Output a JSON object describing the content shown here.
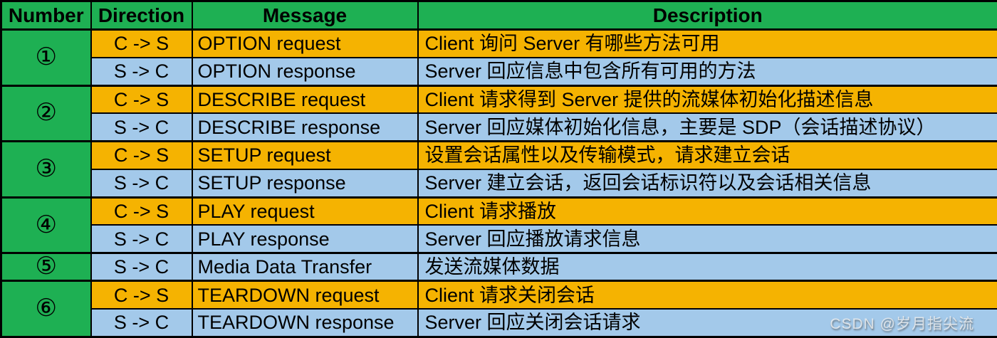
{
  "chart_data": {
    "type": "table",
    "title": "RTSP interaction messages",
    "columns": [
      "Number",
      "Direction",
      "Message",
      "Description"
    ],
    "rows": [
      [
        "①",
        "C -> S",
        "OPTION request",
        "Client 询问 Server 有哪些方法可用"
      ],
      [
        "①",
        "S -> C",
        "OPTION response",
        "Server 回应信息中包含所有可用的方法"
      ],
      [
        "②",
        "C -> S",
        "DESCRIBE request",
        "Client 请求得到 Server 提供的流媒体初始化描述信息"
      ],
      [
        "②",
        "S -> C",
        "DESCRIBE response",
        "Server 回应媒体初始化信息，主要是 SDP（会话描述协议）"
      ],
      [
        "③",
        "C -> S",
        "SETUP request",
        "设置会话属性以及传输模式，请求建立会话"
      ],
      [
        "③",
        "S -> C",
        "SETUP response",
        "Server 建立会话，返回会话标识符以及会话相关信息"
      ],
      [
        "④",
        "C -> S",
        "PLAY request",
        "Client 请求播放"
      ],
      [
        "④",
        "S -> C",
        "PLAY response",
        "Server 回应播放请求信息"
      ],
      [
        "⑤",
        "S -> C",
        "Media Data Transfer",
        "发送流媒体数据"
      ],
      [
        "⑥",
        "C -> S",
        "TEARDOWN request",
        "Client 请求关闭会话"
      ],
      [
        "⑥",
        "S -> C",
        "TEARDOWN response",
        "Server 回应关闭会话请求"
      ]
    ],
    "legend_position": "none",
    "grid": true
  },
  "table": {
    "headers": [
      "Number",
      "Direction",
      "Message",
      "Description"
    ],
    "rows": [
      {
        "number": "①",
        "direction": "C -> S",
        "message": "OPTION request",
        "description": "Client 询问 Server 有哪些方法可用"
      },
      {
        "direction": "S -> C",
        "message": "OPTION response",
        "description": "Server 回应信息中包含所有可用的方法"
      },
      {
        "number": "②",
        "direction": "C -> S",
        "message": "DESCRIBE request",
        "description": "Client 请求得到 Server 提供的流媒体初始化描述信息"
      },
      {
        "direction": "S -> C",
        "message": "DESCRIBE response",
        "description": "Server 回应媒体初始化信息，主要是 SDP（会话描述协议）"
      },
      {
        "number": "③",
        "direction": "C -> S",
        "message": "SETUP request",
        "description": "设置会话属性以及传输模式，请求建立会话"
      },
      {
        "direction": "S -> C",
        "message": "SETUP response",
        "description": "Server 建立会话，返回会话标识符以及会话相关信息"
      },
      {
        "number": "④",
        "direction": "C -> S",
        "message": "PLAY request",
        "description": "Client 请求播放"
      },
      {
        "direction": "S -> C",
        "message": "PLAY response",
        "description": "Server 回应播放请求信息"
      },
      {
        "number": "⑤",
        "direction": "S -> C",
        "message": "Media Data Transfer",
        "description": "发送流媒体数据"
      },
      {
        "number": "⑥",
        "direction": "C -> S",
        "message": "TEARDOWN request",
        "description": "Client 请求关闭会话"
      },
      {
        "direction": "S -> C",
        "message": "TEARDOWN response",
        "description": "Server 回应关闭会话请求"
      }
    ]
  },
  "watermark": "CSDN @岁月指尖流",
  "colors": {
    "header_green": "#1EB053",
    "request_orange": "#F5B301",
    "response_blue": "#A3C9EA",
    "border_black": "#000000",
    "watermark_gray": "#F0F0F0"
  }
}
